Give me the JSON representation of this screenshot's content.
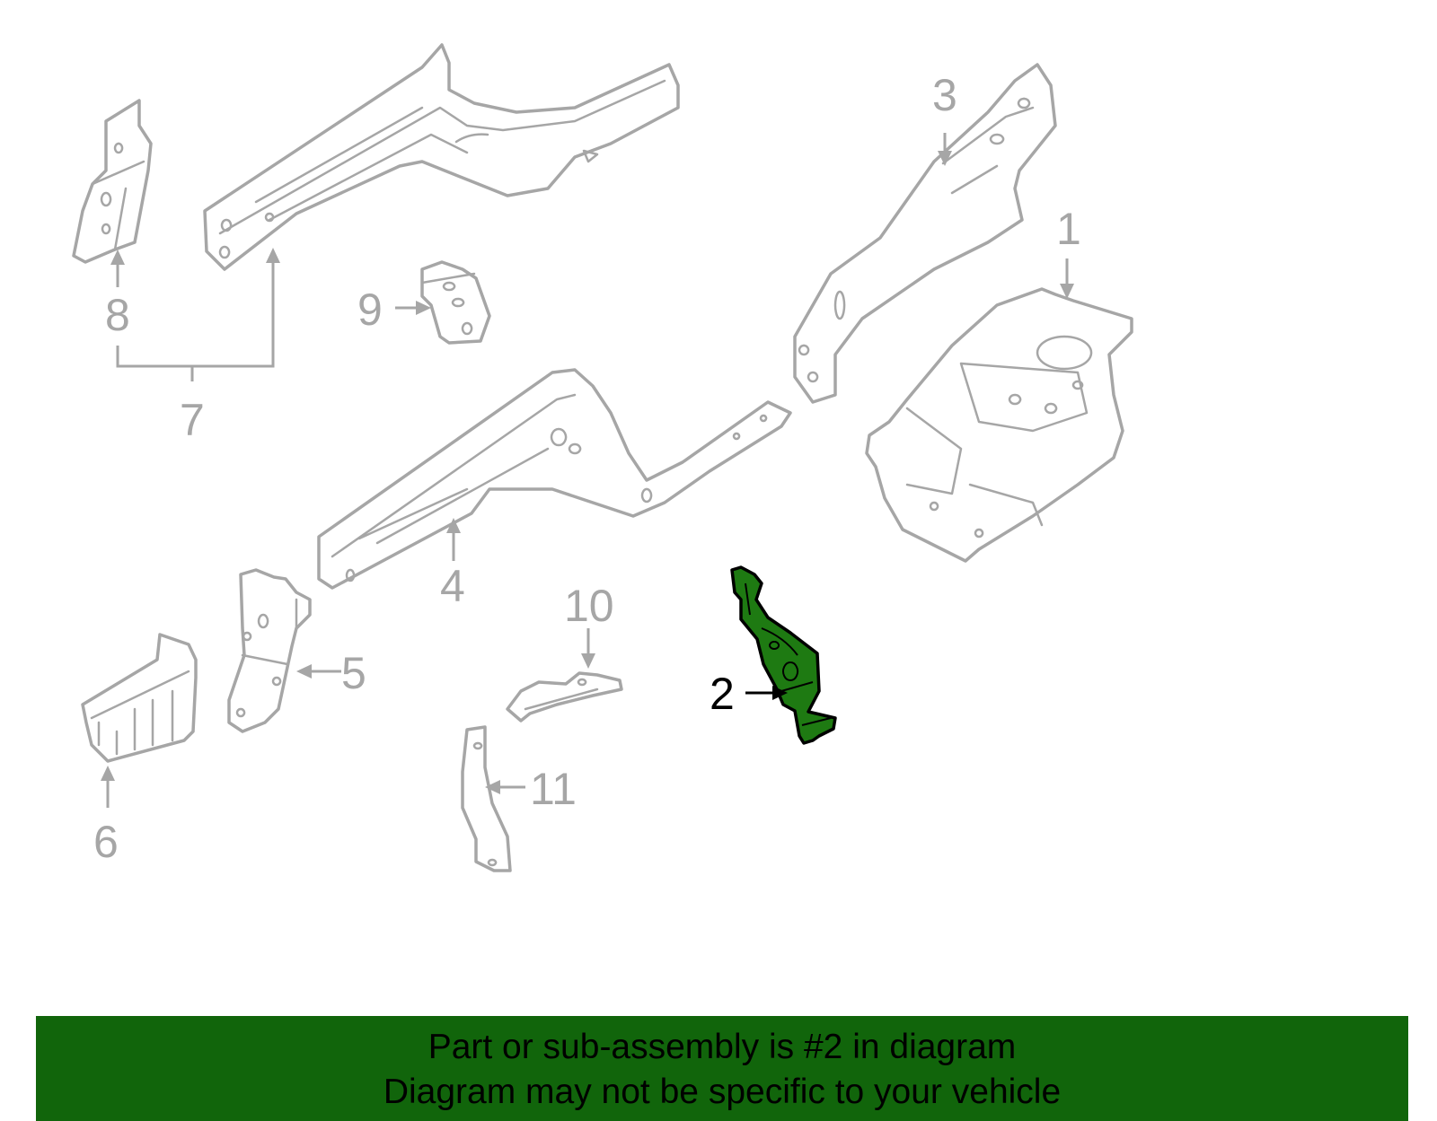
{
  "diagram": {
    "highlight_color": "#1e7a12",
    "outline_color": "#a6a6a6",
    "callouts": [
      "1",
      "2",
      "3",
      "4",
      "5",
      "6",
      "7",
      "8",
      "9",
      "10",
      "11"
    ],
    "highlighted_callout": "2"
  },
  "banner": {
    "line1": "Part or sub-assembly is #2 in diagram",
    "line2": "Diagram may not be specific to your vehicle",
    "background": "#11650b"
  }
}
